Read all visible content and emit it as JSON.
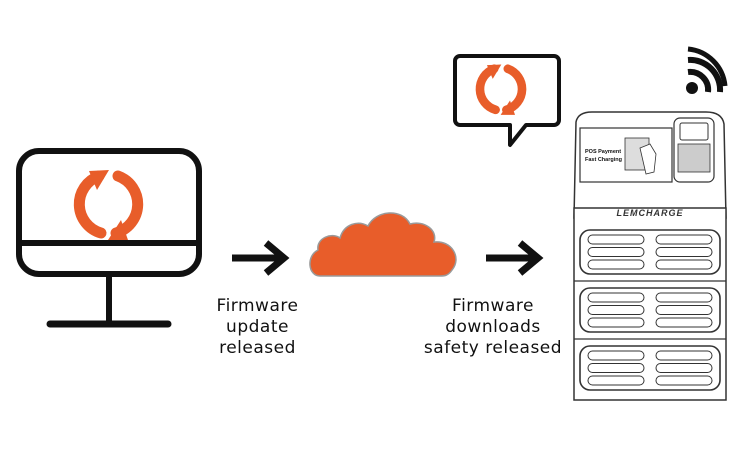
{
  "colors": {
    "accent": "#e85d2a",
    "ink": "#111111",
    "line": "#3a3a3a"
  },
  "steps": [
    {
      "id": "computer",
      "icon": "computer-with-sync-icon"
    },
    {
      "id": "cloud",
      "icon": "cloud-icon"
    },
    {
      "id": "kiosk",
      "icon": "charging-station-icon"
    }
  ],
  "labels": {
    "step1": [
      "Firmware",
      "update",
      "released"
    ],
    "step2": [
      "Firmware",
      "downloads",
      "safety released"
    ]
  },
  "kiosk": {
    "screen_line1": "POS Payment",
    "screen_line2": "Fast Charging",
    "brand": "LEMCHARGE",
    "slot_bays": 3,
    "slots_per_bay": 6
  }
}
